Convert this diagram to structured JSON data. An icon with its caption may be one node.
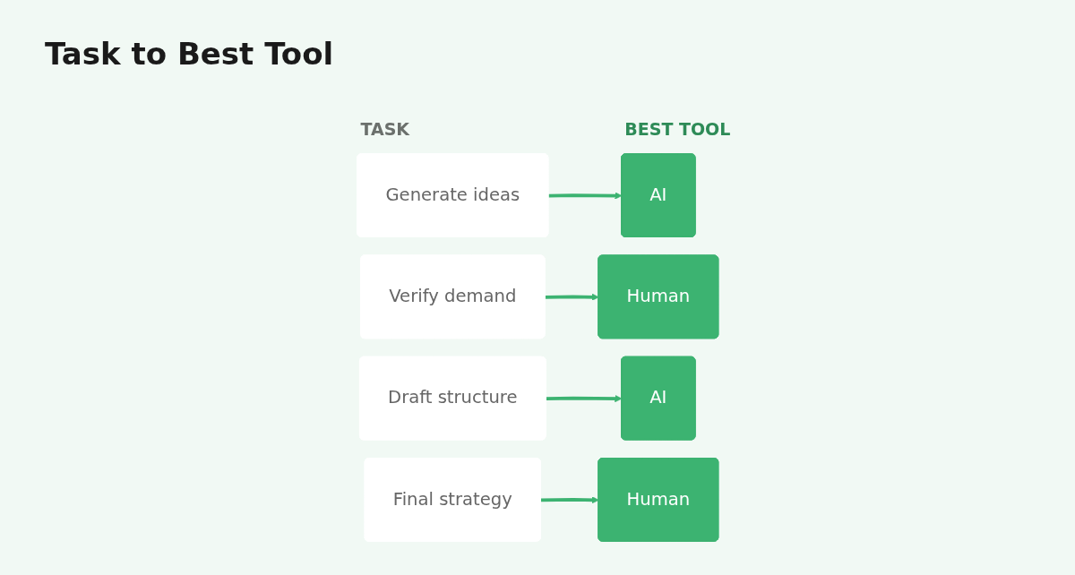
{
  "diagram": {
    "title": "Task to Best Tool",
    "nodes": [
      {
        "text": [
          "Generate ideas"
        ]
      },
      {
        "text": [
          "AI"
        ]
      },
      {
        "text": [
          "Verify demand"
        ]
      },
      {
        "text": [
          "Human"
        ]
      },
      {
        "text": [
          "Draft structure"
        ]
      },
      {
        "text": [
          "AI"
        ]
      },
      {
        "text": [
          "Final strategy"
        ]
      },
      {
        "text": [
          "Human"
        ]
      }
    ],
    "edges": [
      {
        "from": 0,
        "to": 1,
        "arrow": "to"
      },
      {
        "from": 2,
        "to": 3,
        "arrow": "to"
      },
      {
        "from": 4,
        "to": 5,
        "arrow": "to"
      },
      {
        "from": 6,
        "to": 7,
        "arrow": "to"
      }
    ],
    "labels": [
      "TASK",
      "BEST TOOL"
    ]
  }
}
